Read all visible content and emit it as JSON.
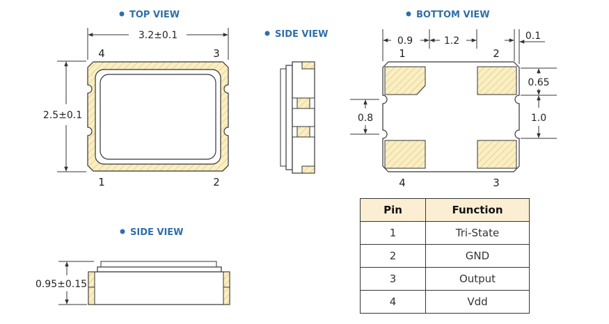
{
  "headers": {
    "top_view": "TOP VIEW",
    "side_view_right": "SIDE VIEW",
    "bottom_view": "BOTTOM VIEW",
    "side_view_bottom": "SIDE VIEW"
  },
  "top_view": {
    "width_dim": "3.2±0.1",
    "height_dim": "2.5±0.1",
    "pins": [
      "1",
      "2",
      "3",
      "4"
    ]
  },
  "bottom_view": {
    "dims": {
      "d09": "0.9",
      "d12": "1.2",
      "d01": "0.1",
      "d065": "0.65",
      "d10": "1.0",
      "d08": "0.8"
    },
    "pins": [
      "1",
      "2",
      "3",
      "4"
    ]
  },
  "side_view_bottom": {
    "height_dim": "0.95±0.15"
  },
  "colors": {
    "pad": "#f9eec4",
    "hatch": "#e3c25a",
    "header": "#2f6fa8"
  },
  "pin_table": {
    "headers": [
      "Pin",
      "Function"
    ],
    "rows": [
      {
        "pin": "1",
        "function": "Tri-State"
      },
      {
        "pin": "2",
        "function": "GND"
      },
      {
        "pin": "3",
        "function": "Output"
      },
      {
        "pin": "4",
        "function": "Vdd"
      }
    ]
  }
}
